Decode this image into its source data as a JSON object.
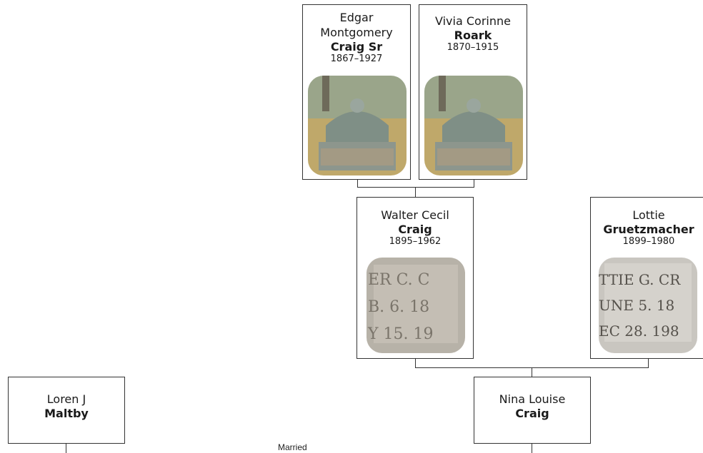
{
  "people": {
    "edgar": {
      "given": "Edgar Montgomery",
      "surname": "Craig Sr",
      "years": "1867–1927"
    },
    "vivia": {
      "given": "Vivia Corinne",
      "surname": "Roark",
      "years": "1870–1915"
    },
    "walter": {
      "given": "Walter Cecil",
      "surname": "Craig",
      "years": "1895–1962"
    },
    "lottie": {
      "given": "Lottie",
      "surname": "Gruetzmacher",
      "years": "1899–1980"
    },
    "loren": {
      "given": "Loren J",
      "surname": "Maltby"
    },
    "nina": {
      "given": "Nina Louise",
      "surname": "Craig"
    }
  },
  "relationship_label": "Married",
  "colors": {
    "border": "#333333",
    "line": "#333333",
    "background": "#ffffff"
  }
}
